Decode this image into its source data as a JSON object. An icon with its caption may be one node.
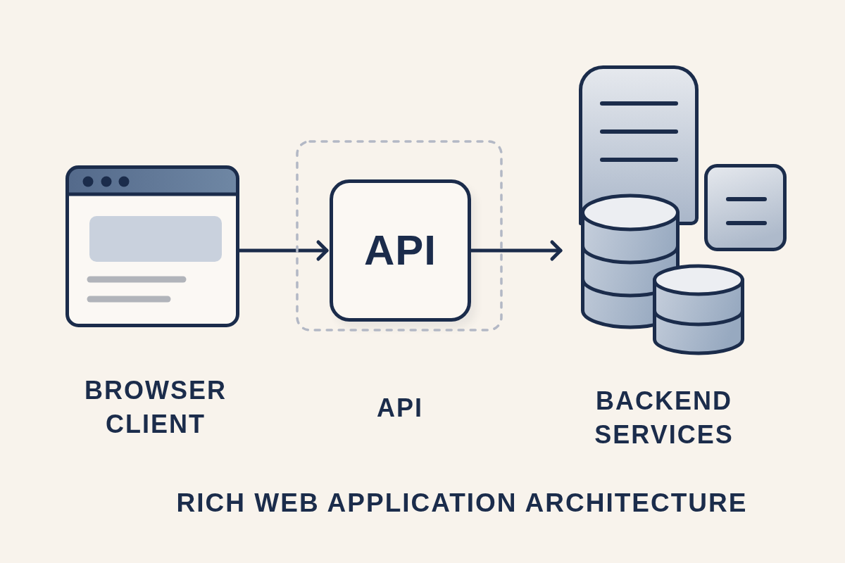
{
  "diagram": {
    "title": "RICH WEB APPLICATION ARCHITECTURE",
    "nodes": [
      {
        "text": [
          "BROWSER CLIENT"
        ]
      },
      {
        "text": [
          "API"
        ]
      },
      {
        "text": [
          "API"
        ],
        "in": 1
      },
      {
        "text": [
          "BACKEND SERVICES"
        ]
      }
    ],
    "edges": [
      {
        "from": 0,
        "to": 2,
        "arrow": "to"
      },
      {
        "from": 2,
        "to": 3,
        "arrow": "to"
      }
    ]
  }
}
